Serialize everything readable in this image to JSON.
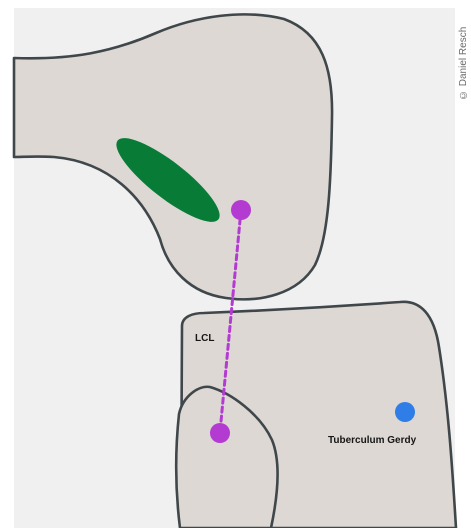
{
  "copyright": "© Daniel Resch",
  "labels": {
    "lcl": "LCL",
    "tuberculum": "Tuberculum Gerdy"
  },
  "colors": {
    "background_panel": "#f0f0f0",
    "bone_fill": "#ddd8d4",
    "bone_outline": "#3f474b",
    "insertion_oval": "#087c37",
    "ligament_markers": "#b33bd2",
    "tubercle_marker": "#2f7ee8"
  }
}
